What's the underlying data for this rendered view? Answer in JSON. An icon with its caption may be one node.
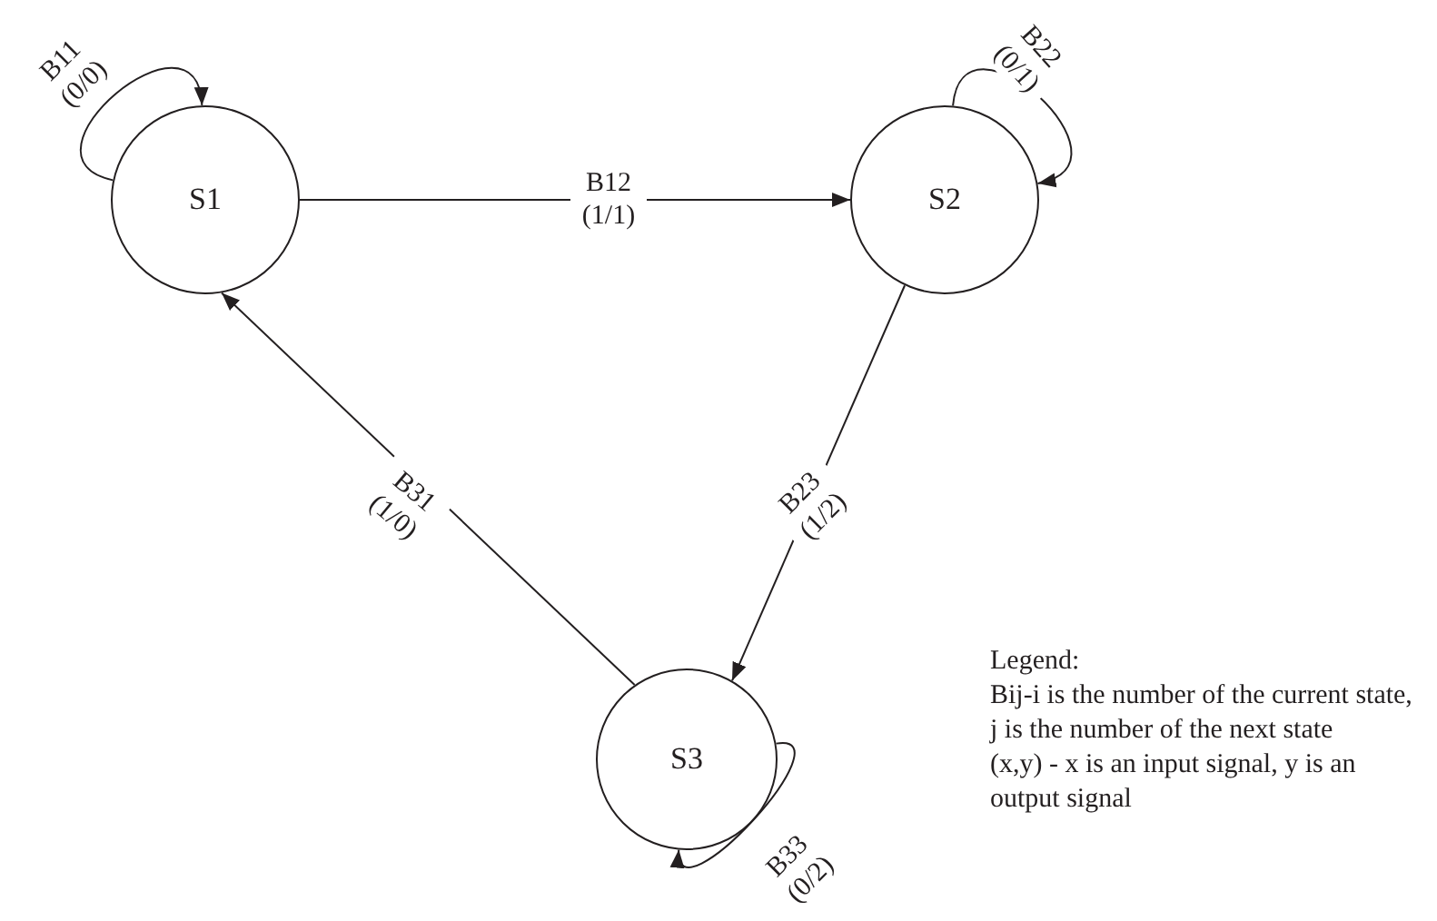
{
  "diagram": {
    "nodes": [
      {
        "text": [
          "S1"
        ]
      },
      {
        "text": [
          "S2"
        ]
      },
      {
        "text": [
          "S3"
        ]
      }
    ],
    "edges": [
      {
        "from": 0,
        "to": 0,
        "arrow": "to",
        "label": "B11 (0/0)"
      },
      {
        "from": 0,
        "to": 1,
        "arrow": "to",
        "label": "B12 (1/1)"
      },
      {
        "from": 1,
        "to": 1,
        "arrow": "to",
        "label": "B22 (0/1)"
      },
      {
        "from": 1,
        "to": 2,
        "arrow": "to",
        "label": "B23 (1/2)"
      },
      {
        "from": 2,
        "to": 0,
        "arrow": "to",
        "label": "B31 (1/0)"
      },
      {
        "from": 2,
        "to": 2,
        "arrow": "to",
        "label": "B33 (0/2)"
      }
    ],
    "labels": [
      "Legend:",
      "Bij-i is the number of the current state, j is the number of the next state",
      "(x,y) - x is an input signal, y is an output signal"
    ]
  }
}
